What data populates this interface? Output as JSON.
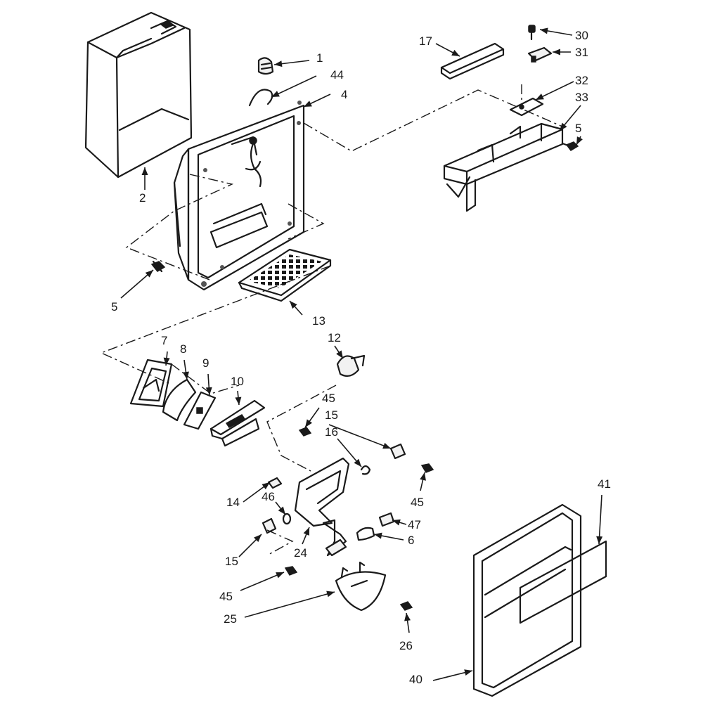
{
  "diagram": {
    "callouts": [
      {
        "label": "1"
      },
      {
        "label": "44"
      },
      {
        "label": "4"
      },
      {
        "label": "2"
      },
      {
        "label": "17"
      },
      {
        "label": "30"
      },
      {
        "label": "31"
      },
      {
        "label": "32"
      },
      {
        "label": "33"
      },
      {
        "label": "5"
      },
      {
        "label": "5"
      },
      {
        "label": "13"
      },
      {
        "label": "12"
      },
      {
        "label": "7"
      },
      {
        "label": "8"
      },
      {
        "label": "9"
      },
      {
        "label": "10"
      },
      {
        "label": "45"
      },
      {
        "label": "15"
      },
      {
        "label": "16"
      },
      {
        "label": "14"
      },
      {
        "label": "46"
      },
      {
        "label": "45"
      },
      {
        "label": "47"
      },
      {
        "label": "6"
      },
      {
        "label": "15"
      },
      {
        "label": "24"
      },
      {
        "label": "45"
      },
      {
        "label": "25"
      },
      {
        "label": "26"
      },
      {
        "label": "41"
      },
      {
        "label": "40"
      }
    ],
    "colors": {
      "ink": "#1a1a1a",
      "paper": "#ffffff"
    }
  }
}
